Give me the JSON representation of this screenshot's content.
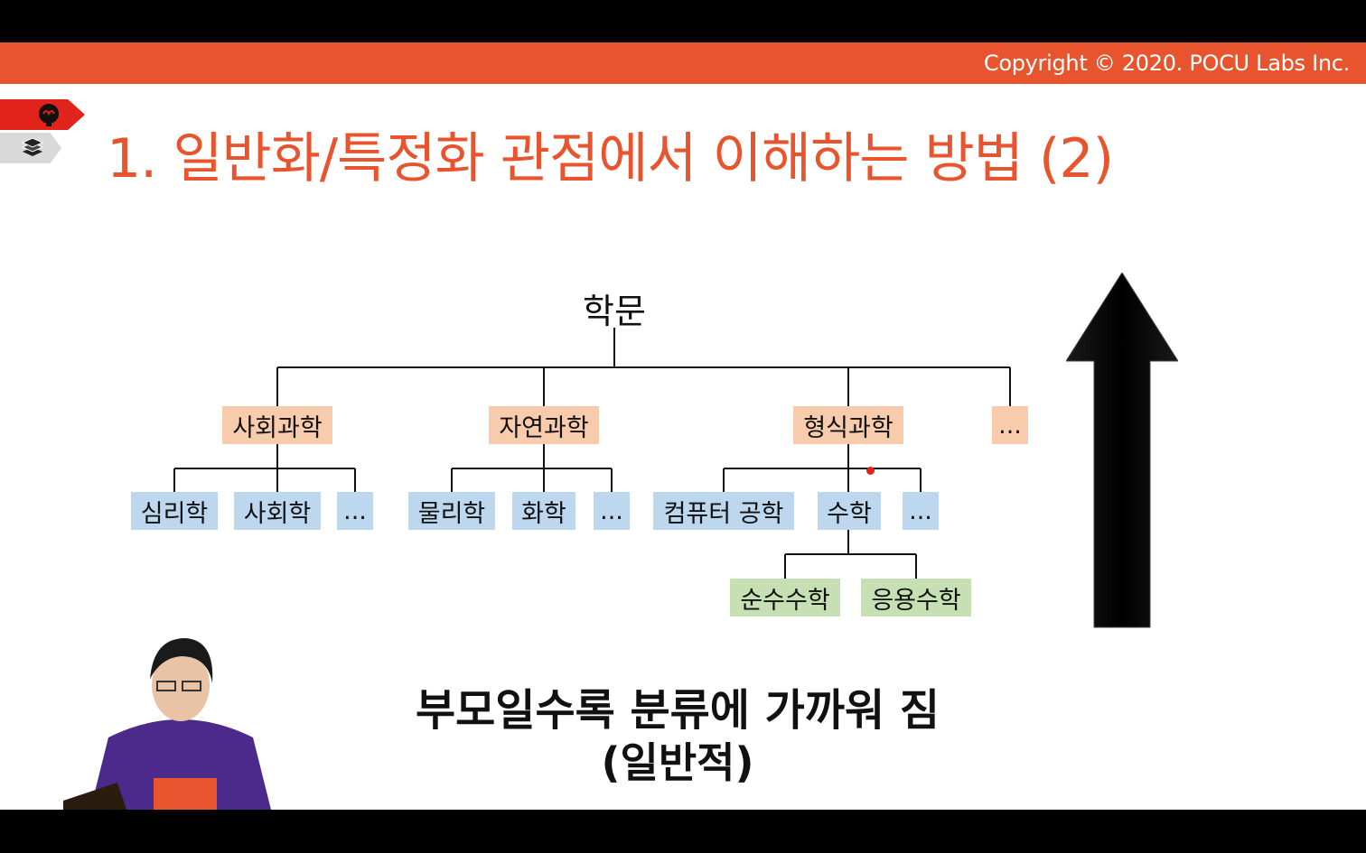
{
  "header": {
    "copyright": "Copyright © 2020. POCU Labs Inc."
  },
  "sidebar_tabs": {
    "brain_icon": "brain-icon",
    "book_icon": "books-icon"
  },
  "slide": {
    "title": "1. 일반화/특정화 관점에서 이해하는 방법 (2)"
  },
  "tree": {
    "root": "학문",
    "level1": [
      "사회과학",
      "자연과학",
      "형식과학",
      "..."
    ],
    "level2_social": [
      "심리학",
      "사회학",
      "..."
    ],
    "level2_natural": [
      "물리학",
      "화학",
      "..."
    ],
    "level2_formal": [
      "컴퓨터 공학",
      "수학",
      "..."
    ],
    "level3_math": [
      "순수수학",
      "응용수학"
    ]
  },
  "caption": {
    "line1": "부모일수록 분류에 가까워 짐",
    "line2": "(일반적)"
  },
  "colors": {
    "accent": "#E8542E",
    "orange_node": "#F8CBAD",
    "blue_node": "#BDD7EE",
    "green_node": "#C6E0B4"
  }
}
